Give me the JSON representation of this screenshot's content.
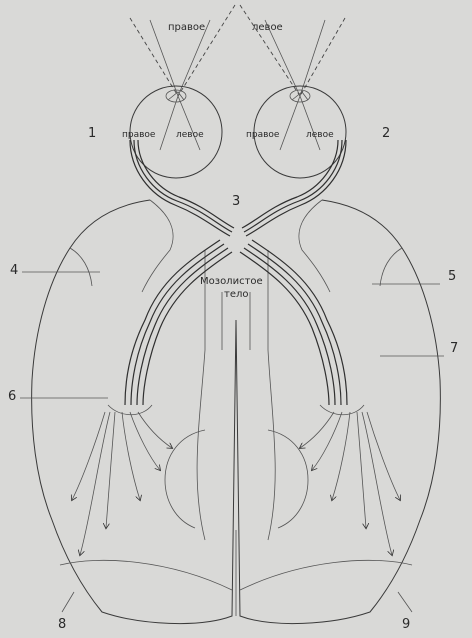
{
  "labels": {
    "top_right": "правое",
    "top_left": "левое",
    "eye_right_word_right": "правое",
    "eye_right_word_left": "левое",
    "eye_left_word_right": "правое",
    "eye_left_word_left": "левое",
    "corpus_line1": "Мозолистое",
    "corpus_line2": "тело"
  },
  "markers": [
    "1",
    "2",
    "3",
    "4",
    "5",
    "6",
    "7",
    "8",
    "9"
  ],
  "colors": {
    "background": "#d9d9d7",
    "ink": "#2f2f2f"
  }
}
